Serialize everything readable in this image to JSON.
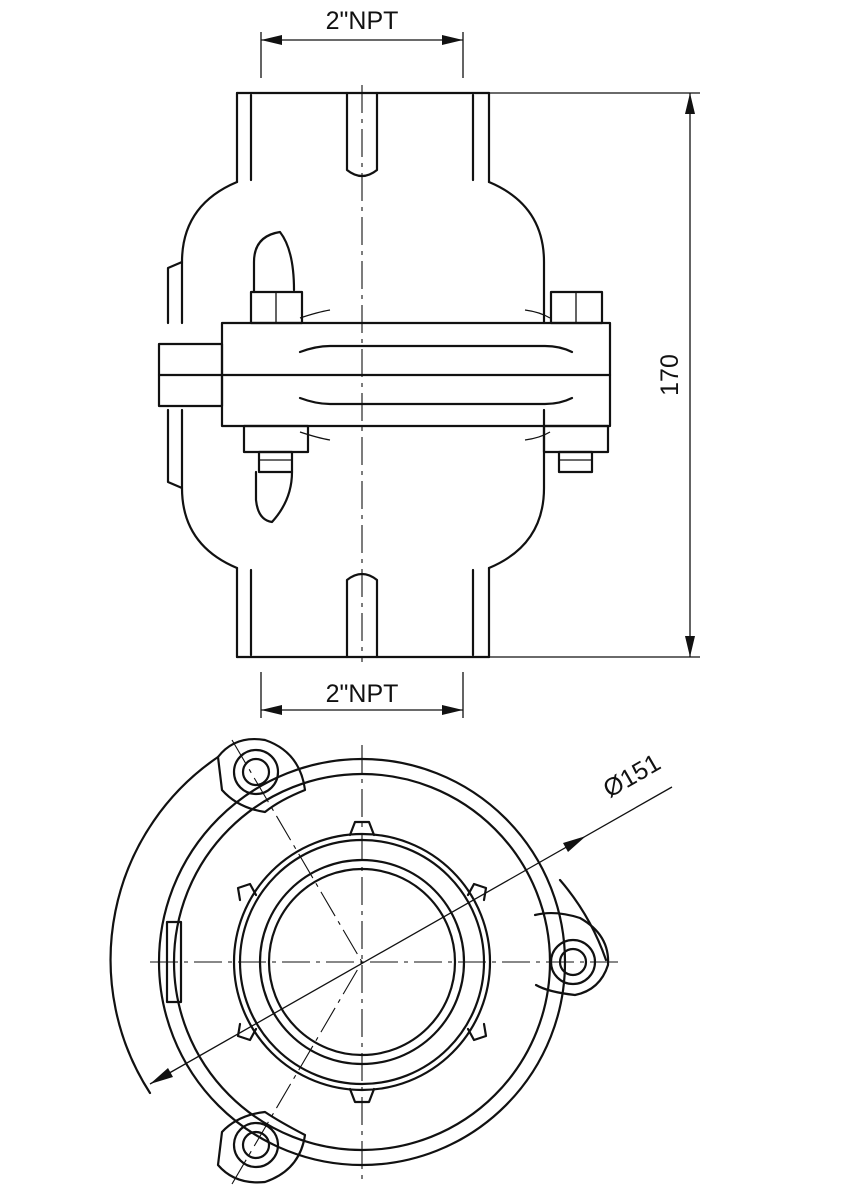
{
  "dimensions": {
    "top_thread": "2\"NPT",
    "bottom_thread": "2\"NPT",
    "height": "170",
    "diameter": "Ø151"
  }
}
